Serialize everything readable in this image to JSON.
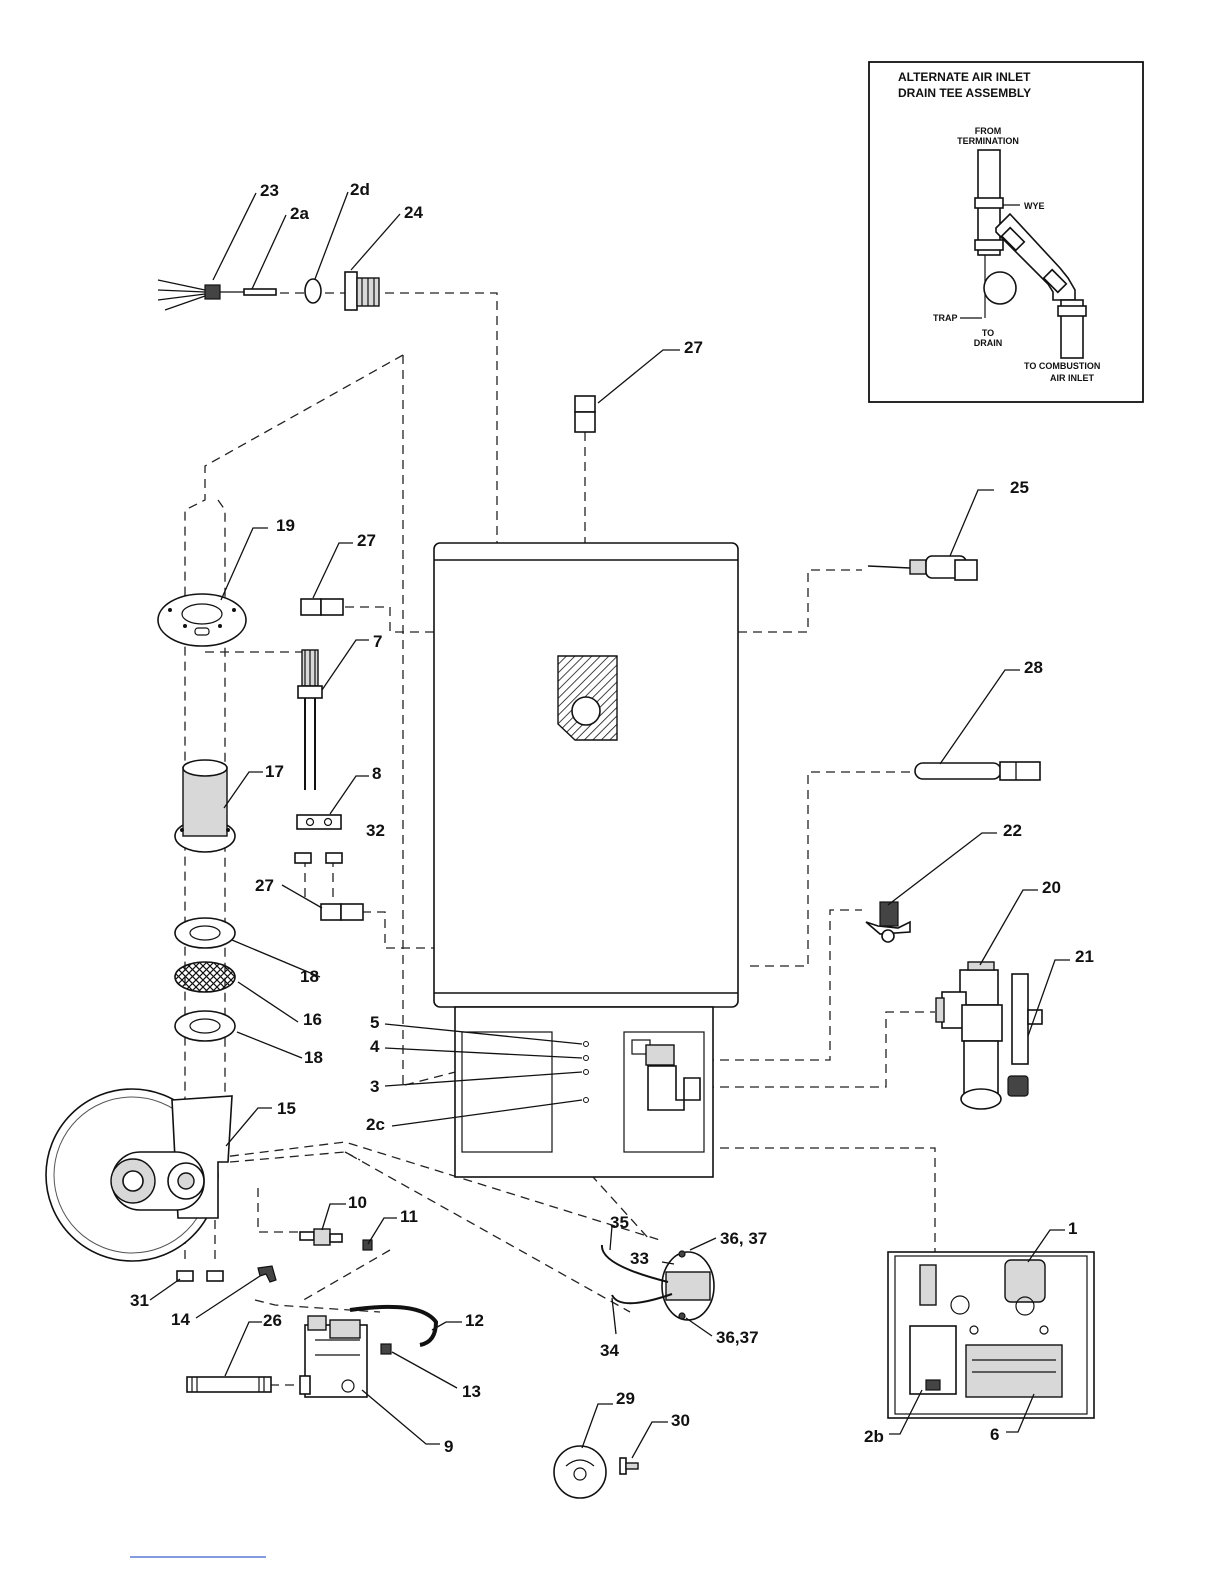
{
  "inset": {
    "title_line1": "ALTERNATE AIR INLET",
    "title_line2": "DRAIN TEE ASSEMBLY",
    "from_line1": "FROM",
    "from_line2": "TERMINATION",
    "wye": "WYE",
    "trap": "TRAP",
    "to_line1": "TO",
    "to_line2": "DRAIN",
    "combustion_line1": "TO COMBUSTION",
    "combustion_line2": "AIR INLET"
  },
  "callouts": {
    "c1": "1",
    "c2a": "2a",
    "c2b": "2b",
    "c2c": "2c",
    "c2d": "2d",
    "c3": "3",
    "c4": "4",
    "c5": "5",
    "c6": "6",
    "c7": "7",
    "c8": "8",
    "c9": "9",
    "c10": "10",
    "c11": "11",
    "c12": "12",
    "c13": "13",
    "c14": "14",
    "c15": "15",
    "c16": "16",
    "c17": "17",
    "c18a": "18",
    "c18b": "18",
    "c19": "19",
    "c20": "20",
    "c21": "21",
    "c22": "22",
    "c23": "23",
    "c24": "24",
    "c25": "25",
    "c26": "26",
    "c27a": "27",
    "c27b": "27",
    "c27c": "27",
    "c28": "28",
    "c29": "29",
    "c30": "30",
    "c31": "31",
    "c32": "32",
    "c33": "33",
    "c34": "34",
    "c35": "35",
    "c3637a": "36, 37",
    "c3637b": "36,37"
  }
}
